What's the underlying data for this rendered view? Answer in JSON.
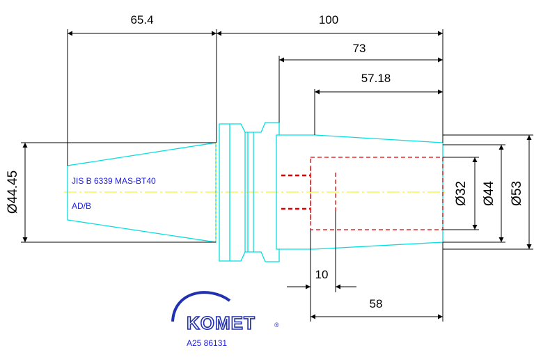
{
  "dimensions": {
    "overall_left": "65.4",
    "overall_right": "100",
    "bore_depth": "73",
    "taper_length": "57.18",
    "pin_offset": "10",
    "bore_length": "58",
    "diameter_taper": "Ø44.45",
    "diameter_bore": "Ø32",
    "diameter_nose": "Ø44",
    "diameter_flange": "Ø53"
  },
  "notes": {
    "standard": "JIS B 6339 MAS-BT40",
    "form": "AD/B"
  },
  "logo": {
    "name": "KOMET",
    "registered": "®",
    "part_number": "A25 86131"
  },
  "colors": {
    "outline": "#00e0e0",
    "centerline": "#f0f000",
    "hidden": "#e00000",
    "dimension": "#000000",
    "note_text": "#2020e0",
    "logo": "#2030b0"
  }
}
